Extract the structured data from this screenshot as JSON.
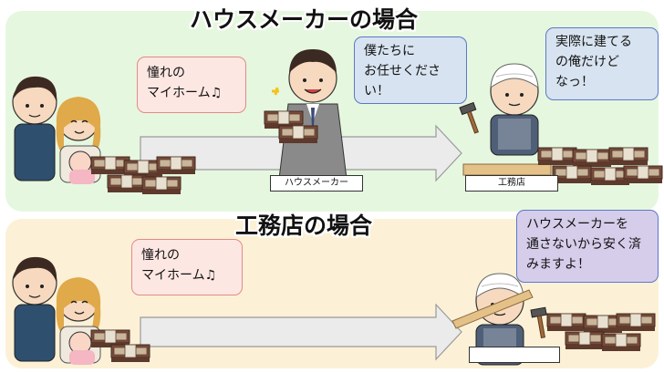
{
  "scenario_top": {
    "heading": "ハウスメーカーの場合",
    "family_bubble": {
      "line1": "憧れの",
      "line2": "マイホーム♫"
    },
    "salesman_bubble": {
      "line1": "僕たちに",
      "line2": "お任せくださ",
      "line3": "い！"
    },
    "carpenter_bubble": {
      "line1": "実際に建てる",
      "line2": "の俺だけど",
      "line3": "なっ！"
    },
    "house_maker_label": "ハウスメーカー",
    "builder_label": "工務店"
  },
  "scenario_bottom": {
    "heading": "工務店の場合",
    "family_bubble": {
      "line1": "憧れの",
      "line2": "マイホーム♫"
    },
    "carpenter_bubble": {
      "line1": "ハウスメーカーを",
      "line2": "通さないから安く済",
      "line3": "みますよ！"
    },
    "builder_label": ""
  },
  "colors": {
    "top_panel": "#e6f7df",
    "bottom_panel": "#fcf1d6",
    "arrow": "#ebebeb",
    "money": "#8a5a44"
  }
}
